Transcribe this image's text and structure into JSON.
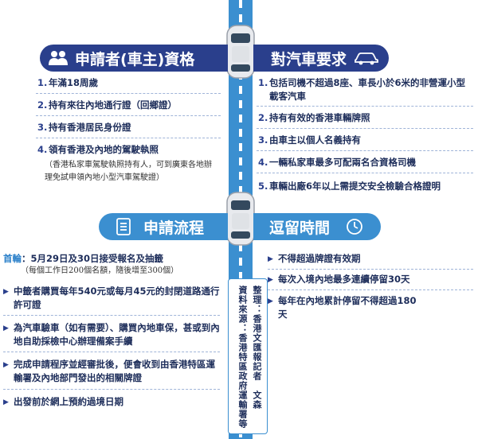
{
  "colors": {
    "navy": "#2a3f8c",
    "blue": "#3b8fd0",
    "text": "#1d2d5a"
  },
  "icons": {
    "applicant": "people-icon",
    "vehicle": "car-icon",
    "process": "document-icon",
    "stay": "clock-icon"
  },
  "applicant": {
    "title": "申請者(車主)資格",
    "items": [
      {
        "num": "1.",
        "text": "年滿18周歲"
      },
      {
        "num": "2.",
        "text": "持有來往內地通行證（回鄉證）"
      },
      {
        "num": "3.",
        "text": "持有香港居民身份證"
      },
      {
        "num": "4.",
        "text": "領有香港及內地的駕駛執照"
      }
    ],
    "note": "（香港私家車駕駛執照持有人，可到廣東各地辦理免試申領內地小型汽車駕駛證）"
  },
  "vehicle": {
    "title": "對汽車要求",
    "items": [
      {
        "num": "1.",
        "text": "包括司機不超過8座、車長小於6米的非營運小型載客汽車"
      },
      {
        "num": "2.",
        "text": "持有有效的香港車輛牌照"
      },
      {
        "num": "3.",
        "text": "由車主以個人名義持有"
      },
      {
        "num": "4.",
        "text": "一輛私家車最多可配兩名合資格司機"
      },
      {
        "num": "5.",
        "text": "車輛出廠6年以上需提交安全檢驗合格證明"
      }
    ]
  },
  "process": {
    "title": "申請流程",
    "first_label": "首輪",
    "first_text": "：5月29日及30日接受報名及抽籤",
    "first_note": "（每個工作日200個名額，隨後增至300個）",
    "steps": [
      "中籤者購買每年540元或每月45元的封閉道路通行許可證",
      "為汽車驗車（如有需要）、購買內地車保，甚或到內地自助採檢中心辦理備案手續",
      "完成申請程序並經審批後，便會收到由香港特區運輸署及內地部門發出的相關牌證",
      "出發前於網上預約過境日期"
    ]
  },
  "stay": {
    "title": "逗留時間",
    "items": [
      "不得超過牌證有效期",
      "每次入境內地最多連續停留30天",
      "每年在內地累計停留不得超過180天"
    ]
  },
  "credit": {
    "compiler": "整理：香港文匯報記者　文森",
    "source": "資料來源：香港特區政府運輸署等"
  }
}
